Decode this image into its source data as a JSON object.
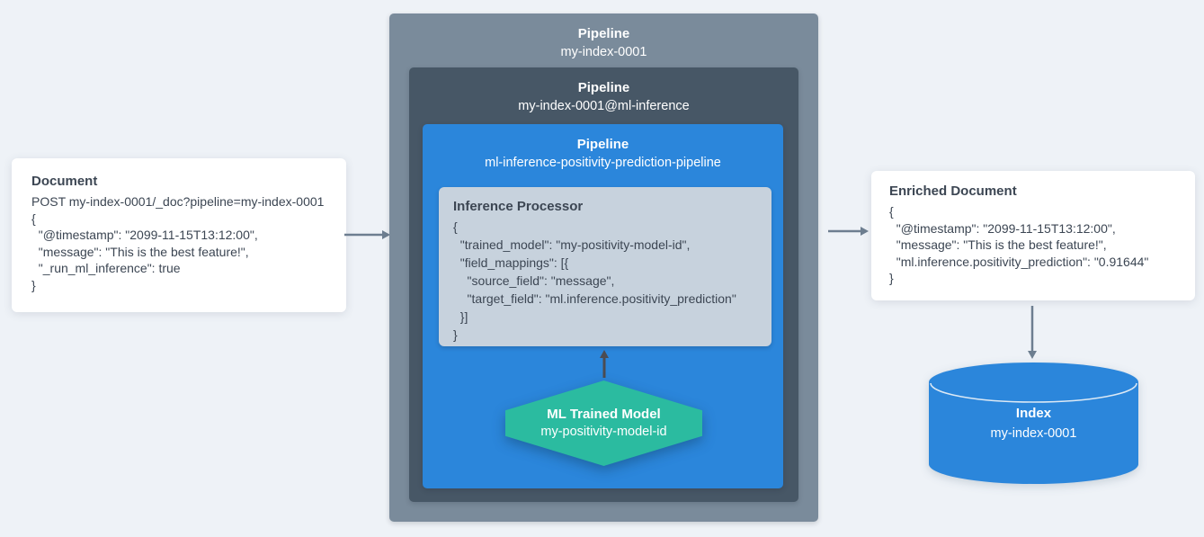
{
  "colors": {
    "page_bg": "#EEF2F7",
    "pipeline_outer_bg": "#7A8B9B",
    "pipeline_middle_bg": "#475766",
    "pipeline_inner_bg": "#2B86DB",
    "processor_bg": "#C7D2DD",
    "model_hexagon_bg": "#2BBBA0",
    "index_cylinder_bg": "#2B86DB",
    "arrow_slate": "#6D7E90",
    "arrow_dark": "#4C4C52",
    "text_dark": "#3C4653",
    "text_light": "#FFFFFF"
  },
  "doc": {
    "title": "Document",
    "lines": [
      "POST my-index-0001/_doc?pipeline=my-index-0001",
      "{",
      "  \"@timestamp\": \"2099-11-15T13:12:00\",",
      "  \"message\": \"This is the best feature!\",",
      "  \"_run_ml_inference\": true",
      "}"
    ]
  },
  "pipeline_outer": {
    "label": "Pipeline",
    "name": "my-index-0001"
  },
  "pipeline_middle": {
    "label": "Pipeline",
    "name": "my-index-0001@ml-inference"
  },
  "pipeline_inner": {
    "label": "Pipeline",
    "name": "ml-inference-positivity-prediction-pipeline"
  },
  "processor": {
    "title": "Inference Processor",
    "lines": [
      "{",
      "  \"trained_model\": \"my-positivity-model-id\",",
      "  \"field_mappings\": [{",
      "    \"source_field\": \"message\",",
      "    \"target_field\": \"ml.inference.positivity_prediction\"",
      "  }]",
      "}"
    ]
  },
  "model": {
    "title": "ML Trained Model",
    "name": "my-positivity-model-id"
  },
  "enriched": {
    "title": "Enriched Document",
    "lines": [
      "{",
      "  \"@timestamp\": \"2099-11-15T13:12:00\",",
      "  \"message\": \"This is the best feature!\",",
      "  \"ml.inference.positivity_prediction\": \"0.91644\"",
      "}"
    ]
  },
  "index": {
    "title": "Index",
    "name": "my-index-0001"
  }
}
